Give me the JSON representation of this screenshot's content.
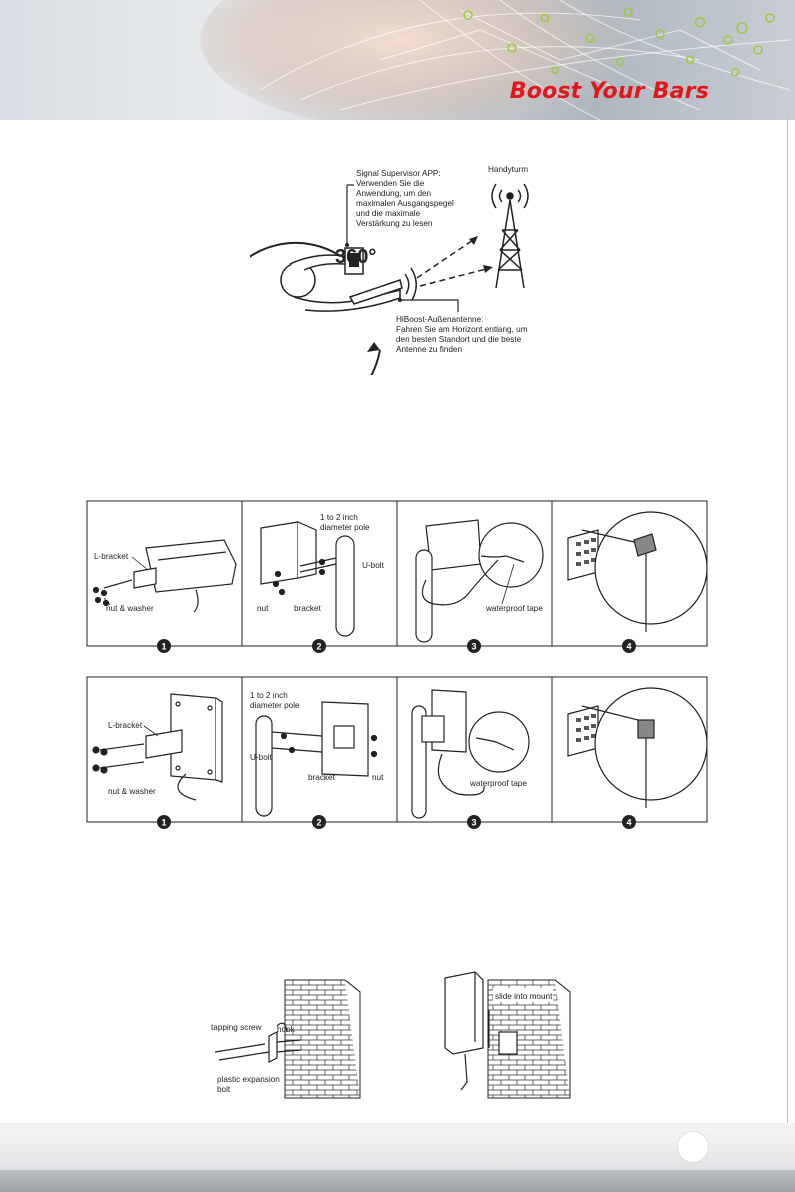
{
  "header": {
    "brand": "Boost Your Bars"
  },
  "orientation_figure": {
    "degrees": "360°",
    "app_note": [
      "Signal Supervisor APP:",
      "Verwenden Sie die",
      "Anwendung, um den",
      "maximalen Ausgangspegel",
      "und die maximale",
      "Verstärkung zu lesen"
    ],
    "tower_label": "Handyturm",
    "antenna_note": [
      "HiBoost-Außenantenne:",
      "Fahren Sie am Horizont entlang, um",
      "den besten Standort und die beste",
      "Antenne zu finden"
    ]
  },
  "yagi_steps": {
    "step1": {
      "number": "1",
      "labels": [
        "L-bracket",
        "nut & washer"
      ]
    },
    "step2": {
      "number": "2",
      "labels": [
        "1 to 2 inch",
        "diameter pole",
        "U-bolt",
        "nut",
        "bracket"
      ]
    },
    "step3": {
      "number": "3",
      "labels": [
        "waterproof tape"
      ]
    },
    "step4": {
      "number": "4",
      "labels": []
    }
  },
  "panel_steps": {
    "step1": {
      "number": "1",
      "labels": [
        "L-bracket",
        "nut & washer"
      ]
    },
    "step2": {
      "number": "2",
      "labels": [
        "1 to 2 inch",
        "diameter pole",
        "U-bolt",
        "bracket",
        "nut"
      ]
    },
    "step3": {
      "number": "3",
      "labels": [
        "waterproof tape"
      ]
    },
    "step4": {
      "number": "4",
      "labels": []
    }
  },
  "wall_mount": {
    "left_labels": [
      "tapping screw",
      "hook",
      "plastic expansion",
      "bolt"
    ],
    "right_labels": [
      "slide into mount"
    ]
  },
  "colors": {
    "brand_red": "#e3161b",
    "line": "#222222"
  }
}
